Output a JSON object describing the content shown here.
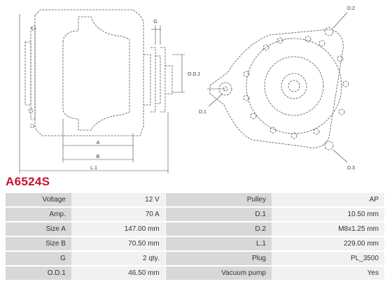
{
  "part_code": "A6524S",
  "drawing": {
    "labels": {
      "a": "A",
      "b": "B",
      "l1": "L.1",
      "g": "G",
      "od1": "O.D.1",
      "d1": "D.1",
      "d2": "D.2",
      "d3": "D.3"
    }
  },
  "specs": [
    {
      "label_left": "Voltage",
      "value_left": "12 V",
      "label_right": "Pulley",
      "value_right": "AP"
    },
    {
      "label_left": "Amp.",
      "value_left": "70 A",
      "label_right": "D.1",
      "value_right": "10.50 mm"
    },
    {
      "label_left": "Size A",
      "value_left": "147.00 mm",
      "label_right": "D.2",
      "value_right": "M8x1.25 mm"
    },
    {
      "label_left": "Size B",
      "value_left": "70.50 mm",
      "label_right": "L.1",
      "value_right": "229.00 mm"
    },
    {
      "label_left": "G",
      "value_left": "2 qty.",
      "label_right": "Plug",
      "value_right": "PL_3500"
    },
    {
      "label_left": "O.D.1",
      "value_left": "46.50 mm",
      "label_right": "Vacuum pump",
      "value_right": "Yes"
    }
  ]
}
